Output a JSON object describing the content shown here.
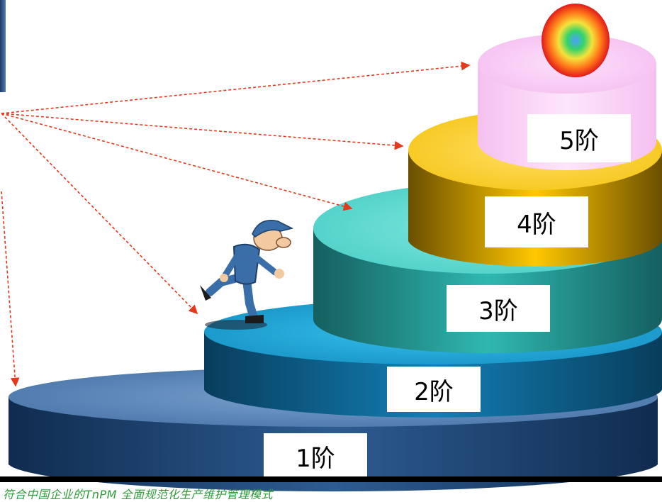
{
  "steps": [
    {
      "label": "1阶",
      "top_color": "#5c86b8",
      "side_color": "#1f4a7c"
    },
    {
      "label": "2阶",
      "top_color": "#1ea6d6",
      "side_color": "#0d5f8a"
    },
    {
      "label": "3阶",
      "top_color": "#5fd8d0",
      "side_color": "#1f8f8f"
    },
    {
      "label": "4阶",
      "top_color": "#ffd133",
      "side_color": "#a37a00"
    },
    {
      "label": "5阶",
      "top_color": "#f9c8f5",
      "side_color": "#e7a0e1"
    }
  ],
  "footer": {
    "text": "符合中国企业的TnPM   全面规范化生产维护管理模式"
  },
  "colors": {
    "arrow": "#e5391c",
    "footer_text": "#2e9a3a"
  },
  "icons": {
    "goal": "target-icon",
    "runner": "running-worker-icon"
  }
}
